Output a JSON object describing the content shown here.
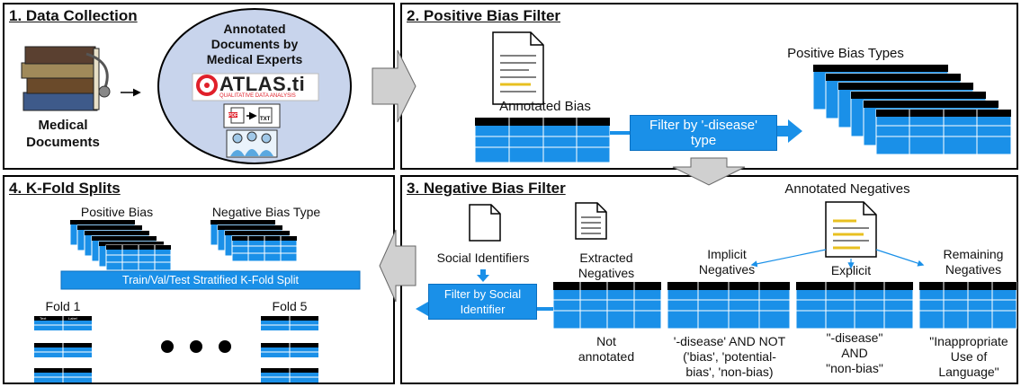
{
  "panels": {
    "data_collection": {
      "title": "1. Data Collection",
      "medical_documents": [
        "Medical",
        "Documents"
      ],
      "annotated_docs": [
        "Annotated",
        "Documents by",
        "Medical Experts"
      ],
      "atlas_logo": "ATLAS.ti",
      "atlas_tagline": "QUALITATIVE DATA ANALYSIS",
      "pdf_tag": "PDF",
      "txt_tag": "TXT"
    },
    "positive_filter": {
      "title": "2. Positive Bias Filter",
      "annotated_bias": "Annotated Bias",
      "filter_label": [
        "Filter by '-disease'",
        "type"
      ],
      "positive_bias_types": "Positive Bias Types"
    },
    "negative_filter": {
      "title": "3. Negative Bias Filter",
      "annotated_negatives": "Annotated Negatives",
      "social_identifiers": "Social Identifiers",
      "extracted_negatives": [
        "Extracted",
        "Negatives"
      ],
      "implicit_negatives": [
        "Implicit",
        "Negatives"
      ],
      "explicit": "Explicit",
      "remaining_negatives": [
        "Remaining",
        "Negatives"
      ],
      "filter_label": [
        "Filter by Social",
        "Identifier"
      ],
      "not_annotated": [
        "Not",
        "annotated"
      ],
      "implicit_desc": [
        "'-disease' AND NOT",
        "('bias', 'potential-",
        "bias', 'non-bias)"
      ],
      "explicit_desc": [
        "\"-disease\"",
        "AND",
        "\"non-bias\""
      ],
      "remaining_desc": [
        "\"Inappropriate",
        "Use of",
        "Language\""
      ]
    },
    "kfold": {
      "title": "4. K-Fold Splits",
      "positive_bias": "Positive Bias",
      "negative_bias_type": "Negative Bias Type",
      "split_bar": "Train/Val/Test Stratified K-Fold Split",
      "fold1": "Fold 1",
      "fold5": "Fold 5",
      "mini_headers": [
        "Text",
        "Label"
      ]
    }
  },
  "colors": {
    "table_blue": "#1a90e8",
    "table_header": "#000000",
    "arrow_blue": "#1a90e8",
    "arrow_gray": "#d0d0d0",
    "ellipse_fill": "#c8d4ec"
  }
}
